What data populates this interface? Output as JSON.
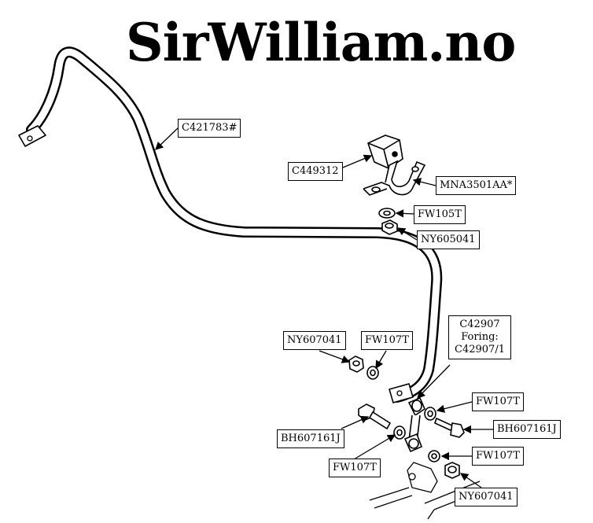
{
  "logo": "SirWilliam.no",
  "parts": {
    "sway_bar": "C421783#",
    "bush": "C449312",
    "bracket": "MNA3501AA*",
    "washer_top": "FW105T",
    "nut_top": "NY605041",
    "nut_left": "NY607041",
    "washer_left": "FW107T",
    "link_line1": "C42907",
    "link_line2": "Foring:",
    "link_line3": "C42907/1",
    "washer_right_upper": "FW107T",
    "bolt_right": "BH607161J",
    "bolt_left": "BH607161J",
    "washer_right_lower": "FW107T",
    "washer_bottom_left": "FW107T",
    "nut_bottom_right": "NY607041"
  }
}
